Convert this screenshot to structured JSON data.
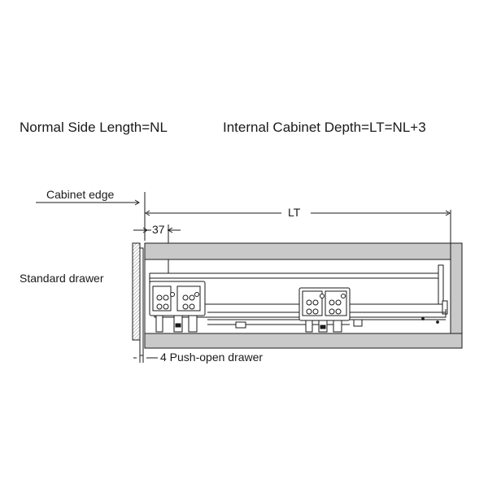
{
  "formulas": {
    "normal_side_length": "Normal Side Length=NL",
    "internal_cabinet_depth": "Internal Cabinet Depth=LT=NL+3"
  },
  "labels": {
    "cabinet_edge": "Cabinet edge",
    "lt": "LT",
    "offset_37": "37",
    "standard_drawer": "Standard drawer",
    "push_open_drawer": "4 Push-open drawer"
  },
  "colors": {
    "cabinet_wall": "#c9c9c9",
    "line": "#1a1a1a",
    "background": "#ffffff"
  }
}
